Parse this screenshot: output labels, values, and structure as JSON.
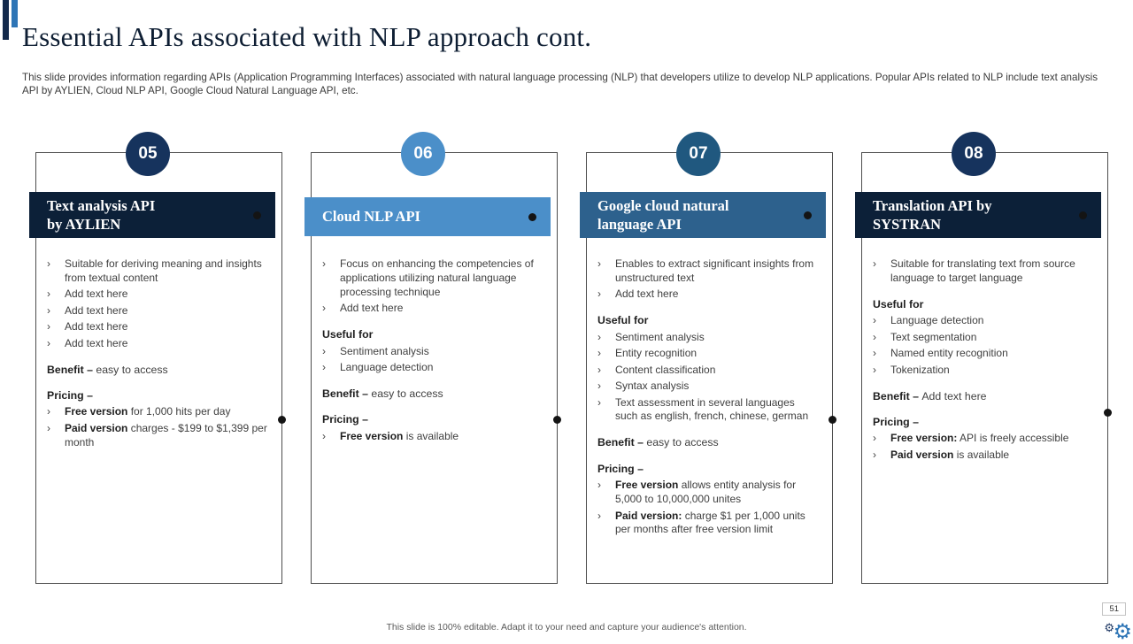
{
  "slide": {
    "title": "Essential APIs associated with NLP approach cont.",
    "subtitle": "This slide provides information regarding APIs (Application Programming Interfaces) associated with natural language processing (NLP) that developers utilize to develop NLP applications. Popular APIs related to NLP include text analysis API by AYLIEN, Cloud NLP API, Google Cloud Natural Language API, etc.",
    "footer": "This slide is 100% editable. Adapt it to your need and capture your audience's attention.",
    "page_number": "51"
  },
  "colors": {
    "dark_navy": "#0c2038",
    "navy": "#16335d",
    "steel_blue": "#2d618d",
    "light_blue": "#4b8fc9",
    "brand_blue": "#2e75b6",
    "connector_dot": "#141414",
    "body_text": "#404040"
  },
  "icons": {
    "bottom_right": "gear-icon",
    "bullet_marker": "chevron-right-marker"
  },
  "columns": [
    {
      "number": "05",
      "title": "Text analysis API\nby AYLIEN",
      "circle_color": "#16335d",
      "header_color": "#0c2038",
      "blocks": [
        {
          "type": "bullet",
          "bold": "",
          "text": "Suitable for deriving meaning and insights from textual content"
        },
        {
          "type": "bullet",
          "bold": "",
          "text": "Add text here"
        },
        {
          "type": "bullet",
          "bold": "",
          "text": "Add text here"
        },
        {
          "type": "bullet",
          "bold": "",
          "text": "Add text here"
        },
        {
          "type": "bullet",
          "bold": "",
          "text": "Add text here"
        },
        {
          "type": "label",
          "bold": "Benefit – ",
          "text": "easy to access"
        },
        {
          "type": "label",
          "bold": "Pricing –",
          "text": ""
        },
        {
          "type": "bullet",
          "bold": "Free version",
          "text": " for 1,000 hits per day"
        },
        {
          "type": "bullet",
          "bold": "Paid version",
          "text": " charges - $199 to $1,399 per month"
        }
      ]
    },
    {
      "number": "06",
      "title": "Cloud NLP API",
      "circle_color": "#4b8fc9",
      "header_color": "#4b8fc9",
      "blocks": [
        {
          "type": "bullet",
          "bold": "",
          "text": "Focus on enhancing the competencies of applications utilizing natural language processing technique"
        },
        {
          "type": "bullet",
          "bold": "",
          "text": "Add text here"
        },
        {
          "type": "label",
          "bold": "Useful for",
          "text": ""
        },
        {
          "type": "bullet",
          "bold": "",
          "text": "Sentiment analysis"
        },
        {
          "type": "bullet",
          "bold": "",
          "text": "Language detection"
        },
        {
          "type": "label",
          "bold": "Benefit – ",
          "text": "easy to access"
        },
        {
          "type": "label",
          "bold": "Pricing –",
          "text": ""
        },
        {
          "type": "bullet",
          "bold": "Free version",
          "text": " is available"
        }
      ]
    },
    {
      "number": "07",
      "title": "Google cloud natural\nlanguage API",
      "circle_color": "#20587f",
      "header_color": "#2d618d",
      "blocks": [
        {
          "type": "bullet",
          "bold": "",
          "text": "Enables to extract significant insights from unstructured text"
        },
        {
          "type": "bullet",
          "bold": "",
          "text": "Add text here"
        },
        {
          "type": "label",
          "bold": "Useful for",
          "text": ""
        },
        {
          "type": "bullet",
          "bold": "",
          "text": "Sentiment analysis"
        },
        {
          "type": "bullet",
          "bold": "",
          "text": "Entity recognition"
        },
        {
          "type": "bullet",
          "bold": "",
          "text": "Content classification"
        },
        {
          "type": "bullet",
          "bold": "",
          "text": "Syntax analysis"
        },
        {
          "type": "bullet",
          "bold": "",
          "text": "Text assessment in several languages such as english, french, chinese, german"
        },
        {
          "type": "label",
          "bold": "Benefit – ",
          "text": "easy to access"
        },
        {
          "type": "label",
          "bold": "Pricing –",
          "text": ""
        },
        {
          "type": "bullet",
          "bold": "Free version",
          "text": " allows entity analysis for 5,000 to 10,000,000 unites"
        },
        {
          "type": "bullet",
          "bold": "Paid version:",
          "text": " charge $1 per 1,000 units per months after free version limit"
        }
      ]
    },
    {
      "number": "08",
      "title": "Translation API by\nSYSTRAN",
      "circle_color": "#16335d",
      "header_color": "#0c2038",
      "blocks": [
        {
          "type": "bullet",
          "bold": "",
          "text": "Suitable for translating text from source language to target language"
        },
        {
          "type": "label",
          "bold": "Useful for",
          "text": ""
        },
        {
          "type": "bullet",
          "bold": "",
          "text": "Language detection"
        },
        {
          "type": "bullet",
          "bold": "",
          "text": "Text segmentation"
        },
        {
          "type": "bullet",
          "bold": "",
          "text": "Named entity recognition"
        },
        {
          "type": "bullet",
          "bold": "",
          "text": "Tokenization"
        },
        {
          "type": "label",
          "bold": "Benefit – ",
          "text": "Add text here"
        },
        {
          "type": "label",
          "bold": "Pricing –",
          "text": ""
        },
        {
          "type": "bullet",
          "bold": "Free version:",
          "text": " API is freely accessible"
        },
        {
          "type": "bullet",
          "bold": "Paid version",
          "text": " is available"
        }
      ]
    }
  ]
}
